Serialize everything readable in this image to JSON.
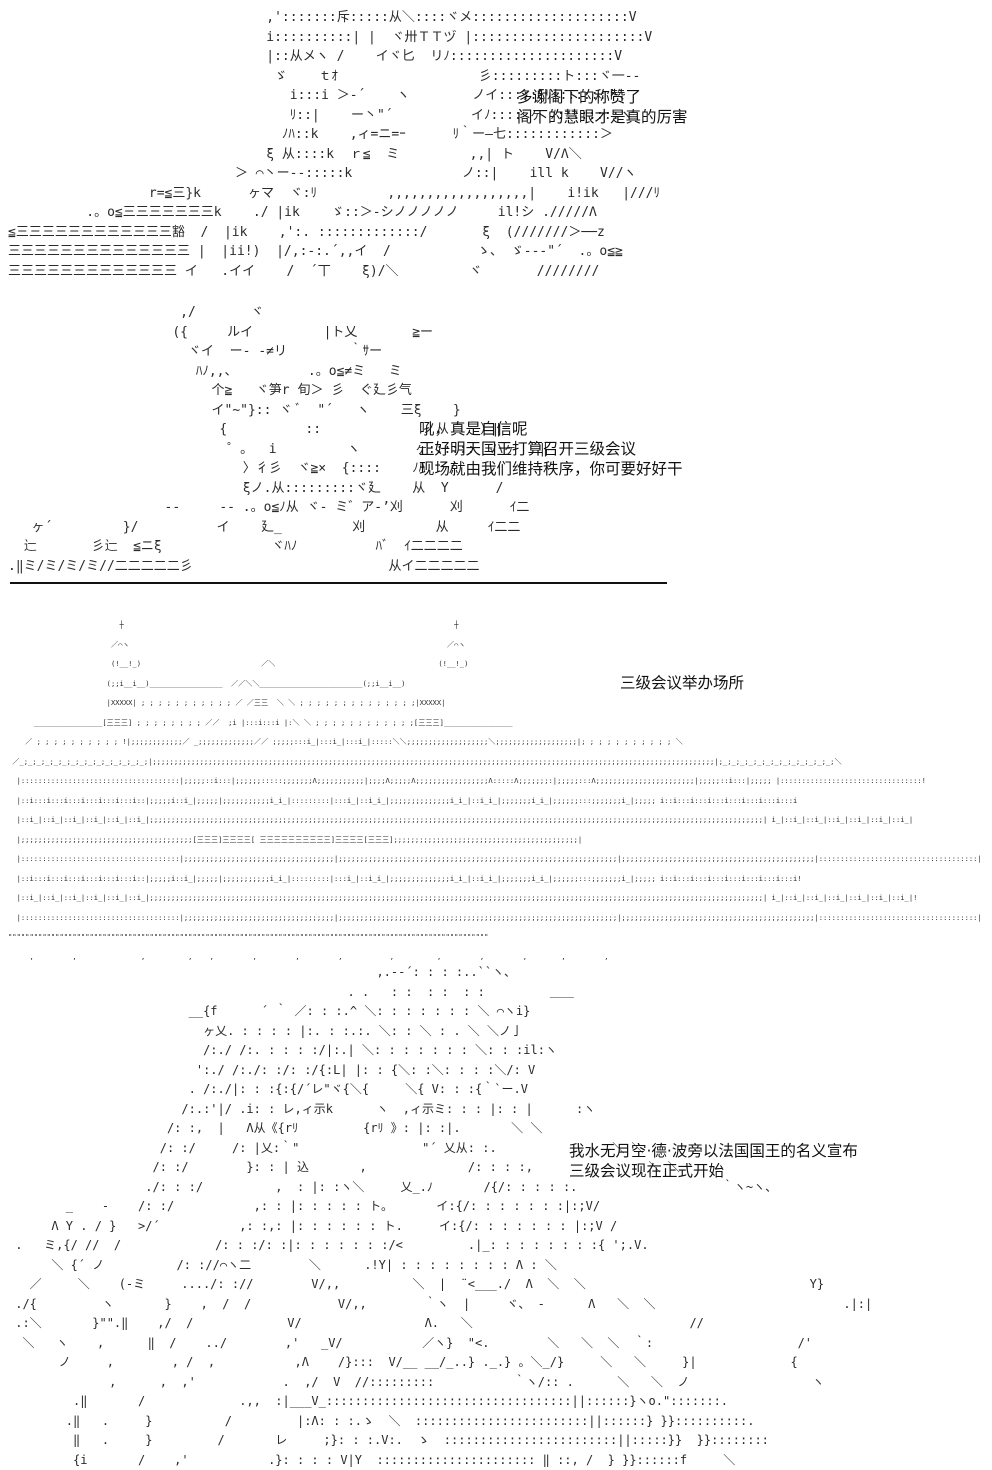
{
  "panel1": {
    "art": "                                 ,':::::::斥:::::从＼::::ヾメ::::::::::::::::::::V\n                                 i::::::::::| |  ヾ卅ＴＴヅ |::::::::::::::::::::::V\n                                 |::从メヽ /    イヾ匕  リﾉ:::::::::::::::::::::V\n                                  ゞ    ｔｵ                  彡:::::::::ト:::ヾ一‐‐\n                                    i:::i ＞-´    ヽ        ノイ:::::ξﾘ|::::::ト、\n                                    ﾘ::|    ー丶\"´          イﾉ:::: ヶ ﾉ::::::::ヽ\n                                   ﾉﾊ::k    ,ィ=ニ=ｰ      ﾘ｀ー—七::::::::::::＞\n                                 ξ 从::::k  ｒ≦  ミ         ,,| ト    V/Λ＼\n                             ＞ ⌒丶ー‐‐:::::k              ノ::|    ill k    V//ヽ\n                  r=≦三}k      ヶマ  ヾ:ﾘ         ,,,,,,,,,,,,,,,,,,|    i!ik   |///ﾘ\n          .。o≦三三三三三三三k    ./ |ik    ゞ::＞-シノノノノノ     il!シ ./////Λ\n≦三三三三三三三三三三三三豁  /  |ik    ,':. :::::::::::::/       ξ  (///////＞──z\n三三三三三三三三三三三三三三 |  |ii!)  |/,:-:.´,,イ  /           ゝ、 ゞ-‐‐\"´  .。o≦≧\n三三三三三三三三三三三三三 イ   .イイ    /  ´丅    ξ)/＼         ヾ       ////////",
    "dialog": [
      "多谢阁下的称赞了",
      "阁下的慧眼才是真的厉害"
    ]
  },
  "panel2": {
    "art": "                      ,/       ヾ\n                     ({     ルイ         |ト乂       ≧ー\n                       ヾイ  ー- -≠リ        ｀ｻー\n                        ﾊﾉ,,、         .。o≦≠ミ   ミ\n                          个≧   ヾ笋r 旬＞ 彡  ぐ廴彡气\n                          イ\"~\"}:: ヾ ﾞ  \"´   ヽ    三ξ    }\n                           {          ::             ノ从    ）‖\n                            ゜。  i         ヽ       ヶ::::::  ハヶ   ‖\n                              〉彳彡  ヾ≧×  {::::    ﾉﾊ   /\n                              ξノ.从:::::::::ヾ廴    从  Y      /\n                    --     -- .。o≦ﾉ从 ヾ- ミ゛ア-’刈      刈      ｲ二\n   ヶ´         }/          イ    廴_         刈         从     ｲ二二\n  辷       彡辷  ≦ニξ              ヾﾊﾉ          ﾊﾞ  ｲ二二二二\n.‖ミ/ミ/ミ/ミ//二二二二二彡                         从イ二二二二二",
    "dialog": [
      "吼，真是自信呢",
      "正好明天国王打算召开三级会议",
      "现场就由我们维持秩序，你可要好好干"
    ]
  },
  "panel3": {
    "art": "                          ┼                                                                             ┼\n                        ／⌒ヽ                                                                          ／⌒ヽ\n                        (!__!_)                            ／＼                                      (!__!_)\n                       (;;i__i__)_________________  ／／＼＼________________________(;;i__i__)\n                       |XXXXX| ; ; ; ; ; ; ; ; ; ; ; ／ ／三三  ＼ ＼ ; ; ; ; ; ; ; ; ; ; ; ; ; ;|XXXXX|\n      ________________[三三三] ; ; ; ; ; ; ; ; ／／  ;i |:::i:::i |:＼ ＼ ; ; ; ; ; ; ; ; ; ; ; ;[三三三]________________\n    ／ ; ; ; ; ; ; ; ; ; ; !|;;;;;;;;;;;;／ _;;;;;;;;;;;;;／／ ;;;;;:::i_|:::i_|:::i_|:::::＼＼;;;;;;;;;;;;;;;;;;;＼;;;;;;;;;;;;;;;;;;;|; ; ; ; ; ; ; ; ; ; ; ＼\n ／_;_;_;_;_;_;_;_;_;_;_;_;_;_;_;|;;;;;;;;;;;;;;;;;;;;;;;;;;;;;;;;;;;;;;;;;;;;;;;;;;;;;;;;;;;;;;;;;;;;;;;;;;;;;;;;;;;;;;;;;;;;;;;;;;;;;;;;;;;;;;;;;;;;;;;;;;;;;;;;;;;|;_;_;_;_;_;_;_;_;_;_;_;_;_;＼\n  |:::::::::::::::::::::::::::::::::::::|;;;;;::i:::|;;;;;;:::::;;;;;;;Λ;;;;;;;;;;;|;;;;Λ;;;;;Λ;;;;;;;;;;;;;;;;;Λ:::::Λ;;;;;;;:|;;;;;:::Λ;;;;;;;;;;;;;;;;;;;;;;;|;;;;;::i:::|;;;;; |:::::::::::::::::::::::::::::::::!\n  |::i:::i:::i:::i:::i:::i:::i::|;;;;;i::i_|;;;;;|;;;;;;;;;;;i_i_|:::::::::|:::i_|::i_i_|;;;;;;;;;;;;;;i_i_|::i_i_|;;;;;;;i_i_|;;;;;;:::;;;;;;;i_|;;;;; i::i:::i:::i:::i:::i:::i:::i:::i\n  |::i_|::i_|::i_|::i_|::i_|::i_|;;;;;;;;;;;;;;;;;;;;;;;;;;;;;;;;;;;;;;;;;;;;;;;;;;;;;;;;;;;;;;;;;;;;;;;;;;;;;;;;;;;;;;;;;;;;;;;;;;;;;;;;;;;;;;;;;;;;;;;;;;;;;;;;;;;;;;;;;;;;;;;| i_|::i_|::i_|::i_|::i_|::i_|::i_|\n  |;;;;;;;;;;;;;;;;;;;;;;;;;;;;;;;;;;;;;;;;[三三三]三三三三[ 三三三三三三三三三三]三三三三[三三三];;;;;;;;;;;;;;;;;;;;;;;;;;;;;;;;;;;;;;;;;;;|\n  |:::::::::::::::::::::::::::::::::::::|;;;;;;;;;;;;;;;;;;;;;;;;;;;;;;;;;;;|;;;;;;;;;;;;;;;;;;;;;;;;;;;;;;;;;;;;;;;;;;;;;;;;;;;;;;;;;;;;;;;;;|;;;;;;;;;;;;;;;;;;;;;;;;;;;;;;;;;;;;;;;;;;;;;|:::::::::::::::::::::::::::::::::::::|\n  |::i:::i:::i:::i:::i:::i:::i::|;;;;;i::i_|;;;;;|;;;;;;;;;;;i_i_|:::::::::|:::i_|::i_i_|;;;;;;;;;;;;;;i_i_|::i_i_|;;;;;;;i_i_|;;;;;;:::;;;;;;;i_|;;;;; i::i:::i:::i:::i:::i:::i:::i:::i!\n  |::i_|::i_|::i_|::i_|::i_|::i_|;;;;;;;;;;;;;;;;;;;;;;;;;;;;;;;;;;;;;;;;;;;;;;;;;;;;;;;;;;;;;;;;;;;;;;;;;;;;;;;;;;;;;;;;;;;;;;;;;;;;;;;;;;;;;;;;;;;;;;;;;;;;;;;;;;;;;;;;;;;;;;;| i_|::i_|::i_|::i_|::i_|::i_|::i_|!\n  |:::::::::::::::::::::::::::::::::::::|;;;;;;;;;;;;;;;;;;;;;;;;;;;;;;;;;;;|;;;;;;;;;;;;;;;;;;;;;;;;;;;;;;;;;;;;;;;;;;;;;;;;;;;;;;;;;;;;;;;;;|;;;;;;;;;;;;;;;;;;;;;;;;;;;;;;;;;;;;;;;;;;;;;|:::::::::::::::::::::::::::::::::::::|\n\"\"\"\"\"\"\"\"\"\"\"\"\"\"\"\"\"\"\"\"\"\"\"\"\"\"\"\"\"\"\"\"\"\"\"\"\"\"\"\"\"\"\"\"\"\"\"\"\"\"\"\"\"\"\"\"\"\"\"\"\"\"\"\"\"\"\"\"\"\"\"\"\"\"\"\"\"\"\"\"\"\"\"\"\"\"\"\"\"\"\"\"\"\"\"\"\"\"\"\"\"\"\"\"\"\"\"\"\"\"\"\"\n     ,         ,               ,          ,    ,         ,         ,         ,           ,          ,         ,         ,        ,         ,",
    "dialog": [
      "三级会议举办场所"
    ]
  },
  "panel4": {
    "art": "                                                   ,.-‐´: : : :..``ヽ、\n                                               . .   : :  : :  : :         ＿＿\n                         __{f      ´ ｀ ／: : :.^ ＼: : : : : : : ＼ ⌒ヽi}\n                           ヶ乂. : : : : |:. : :.:. ＼: : ＼ : . ＼ ＼ノ亅\n                           /:./ /:. : : : :/|:.| ＼: : : : : : : ＼: : :il:ヽ\n                          ':./ /:./: :/: :/{:L| |: : {＼: :＼: : : :＼/: V\n                         . /:./|: : :{:{/´レ\"ヾ{＼{     ＼{ V: : :{｀`ー.V\n                        /:.:'|/ .i: : レ,ィ示k      ヽ  ,ィ示ミ: : : |: : |      :ヽ\n                      /: :,  |   Λ从《{rﾘ         {rﾘ 》: |: :|.       ＼ ＼\n                     /: :/     /: |乂:｀\"                 \"´ 乂从: :.                ＼ ＼\n                    /: :/        }: : | 込       ,              /: : : :,                ＼ ＼\n                   ./: : :/          ,  : |: :ヽ＼     乂_.ﾉ       /{/: : : : :.                    ｀ヽ~ヽ、\n        _    -    /: :/           ,: : |: : : : : ト。      イ:{/: : : : : : :|:;V/\n      Λ Y . / }   >/´           ,: :,: |: : : : : : ト.     イ:{/: : : : : : : |:;V /\n .   ミ,{/ //  /             /: : :/: :|: : : : : : :/<         .|_: : : : : : : :{ ';.V.\n      ＼ {´ ノ          /: ://⌒ヽ二        ＼      .!Y| : : : : : : : : Λ : ＼\n   ／     ＼    (-ミ     ..../: ://        V/,,          ＼  |  ¨<___./  Λ  ＼  ＼                               Y}\n ./{         ヽ       }    ,  /  /            V/,,        ｀ヽ  |     ヾ、 -      Λ   ＼  ＼                          .|:|\n .:＼       }\"\".‖    ,/  /             V/                 Λ.   ＼                              //\n  ＼   ヽ    ,      ‖  /    ../        ,'   _V/           ／ヽ}  \"<.        ＼   ＼  ＼  ｀:                    /'\n       ノ     ,        , /  ,           ,Λ    /}:::  V/__ __/_..} ._.} 。＼_/}     ＼   ＼     }|             {\n              ,      ,  ,'            .  ,/  V  //:::::::::           ｀ヽ/:: .      ＼   ＼  ノ                 ヽ\n         .‖       /             .,,  :|___V_::::::::::::::::::::::::::::::::::||::::::}ヽo.\":::::::.\n        .‖   .     }          /         |:Λ: : :.ゝ  ＼  ::::::::::::::::::::::::||::::::} }}::::::::::.\n         ‖   .     }         /       レ     ;}: : :.V:.  ゝ  ::::::::::::::::::::::::||:::::}}  }}::::::::\n         {i       /    ,'           .}: : : : V|Y  :::::::::::::::::::::: ‖ ::, /  } }}::::::f     ＼",
    "dialog": [
      "我水无月空·德·波旁以法国国王的名义宣布",
      "三级会议现在正式开始"
    ]
  }
}
